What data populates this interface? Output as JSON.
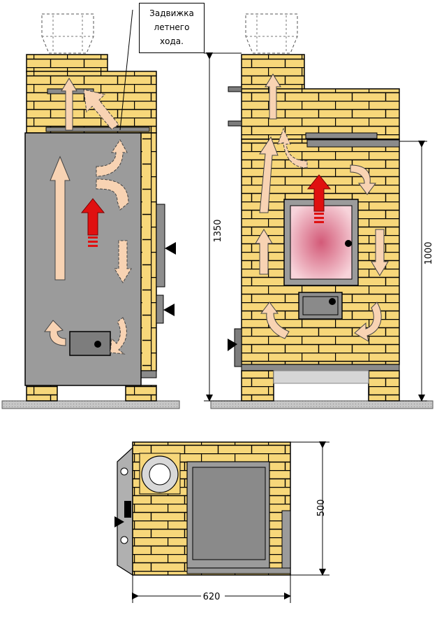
{
  "callout": {
    "line1": "Задвижка",
    "line2": "летнего",
    "line3": "хода."
  },
  "dimensions": {
    "total_height": "1350",
    "firebox_height": "1000",
    "depth": "500",
    "width": "620"
  },
  "colors": {
    "brick": "#f7d77a",
    "brick_edge": "#000000",
    "steel": "#9b9b9b",
    "floor": "#c8c8c8",
    "flow_arrow": "#f8d3b3",
    "hot_arrow": "#e01010",
    "door_glow": "#f3a9b4"
  }
}
